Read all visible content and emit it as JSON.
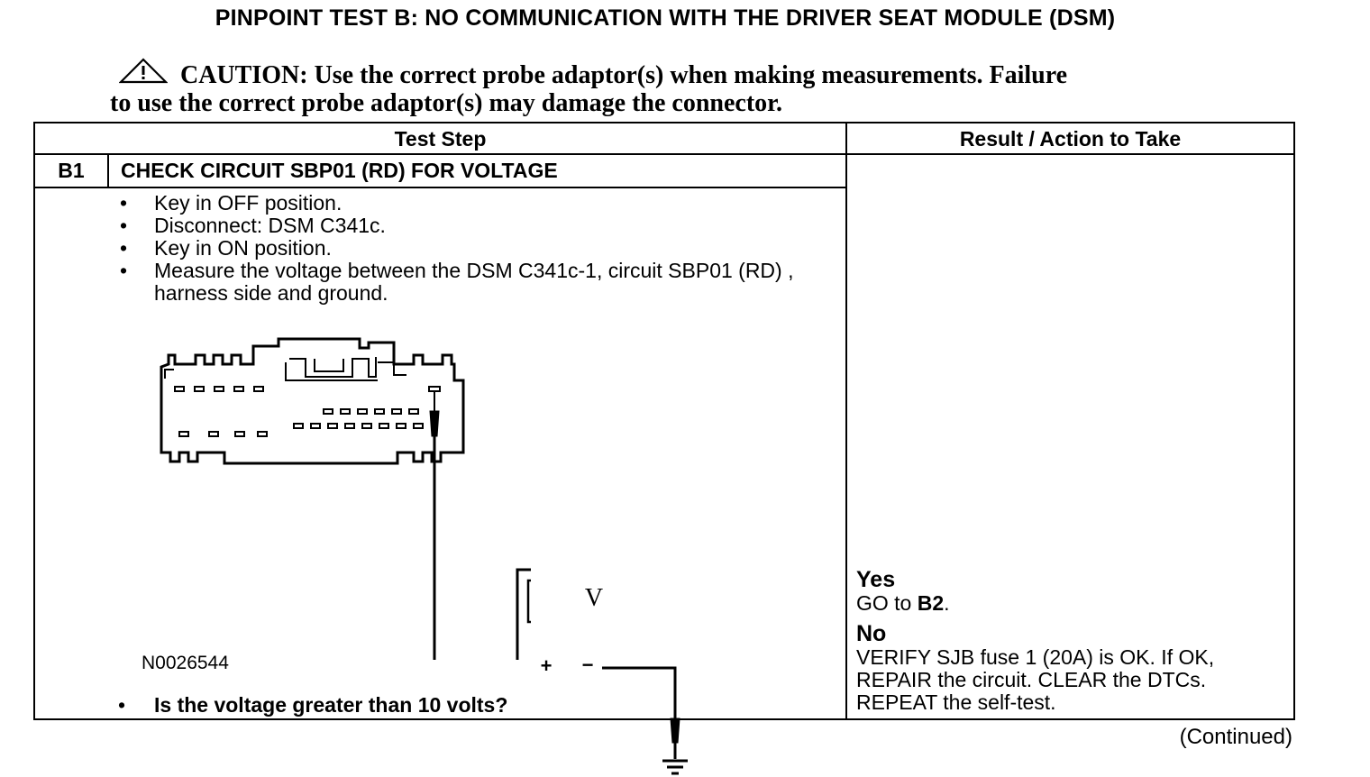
{
  "title": "PINPOINT TEST  B: NO COMMUNICATION WITH THE DRIVER SEAT MODULE (DSM)",
  "caution": {
    "label": "CAUTION:",
    "text_line1": "Use the correct probe adaptor(s) when making measurements. Failure",
    "text_line2": "to use the correct probe adaptor(s) may damage the connector.",
    "icon": "warning-triangle-icon"
  },
  "table": {
    "headers": {
      "test_step": "Test Step",
      "result": "Result / Action to Take"
    },
    "step": {
      "id": "B1",
      "title": "CHECK CIRCUIT SBP01 (RD) FOR VOLTAGE",
      "bullets": [
        "Key in OFF position.",
        "Disconnect: DSM C341c.",
        "Key in ON position.",
        "Measure the voltage between the DSM C341c-1, circuit SBP01 (RD) , harness side and ground."
      ],
      "figure": {
        "id": "N0026544",
        "meter_symbol": "V",
        "plus": "+",
        "minus": "−"
      },
      "question": "Is the voltage greater than 10 volts?"
    },
    "result": {
      "yes_label": "Yes",
      "yes_prefix": "GO to ",
      "yes_target": "B2",
      "yes_suffix": ".",
      "no_label": "No",
      "no_text": "VERIFY SJB fuse 1 (20A) is OK. If OK, REPAIR the circuit. CLEAR the DTCs. REPEAT the self-test."
    }
  },
  "footer": {
    "continued": "(Continued)"
  }
}
